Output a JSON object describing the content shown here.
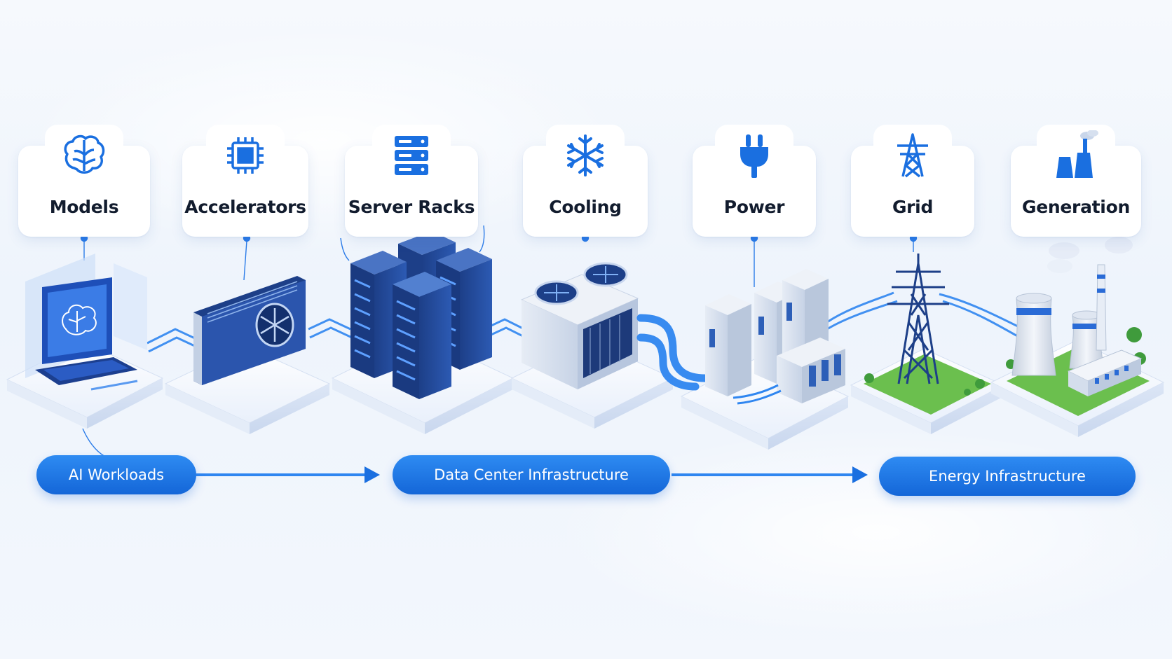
{
  "stages": [
    {
      "label": "Models",
      "icon": "brain-icon"
    },
    {
      "label": "Accelerators",
      "icon": "chip-icon"
    },
    {
      "label": "Server Racks",
      "icon": "server-icon"
    },
    {
      "label": "Cooling",
      "icon": "snowflake-icon"
    },
    {
      "label": "Power",
      "icon": "plug-icon"
    },
    {
      "label": "Grid",
      "icon": "transmission-tower-icon"
    },
    {
      "label": "Generation",
      "icon": "power-plant-icon"
    }
  ],
  "groups": [
    {
      "label": "AI Workloads"
    },
    {
      "label": "Data Center Infrastructure"
    },
    {
      "label": "Energy Infrastructure"
    }
  ],
  "colors": {
    "accent": "#1a6fe0",
    "dark_blue": "#153a86",
    "text": "#121c2e",
    "grass": "#6bbf4e"
  }
}
